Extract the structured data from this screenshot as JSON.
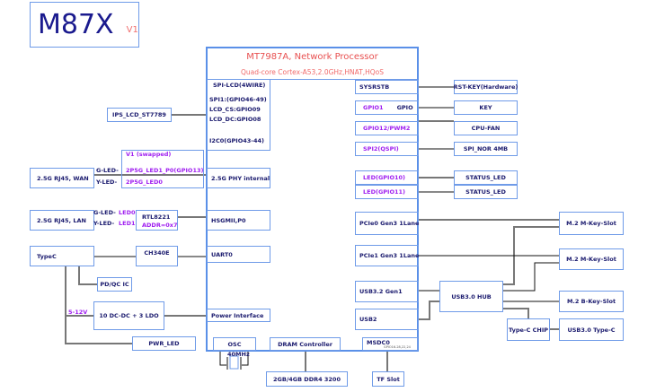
{
  "title": {
    "name": "M87X",
    "version": "V1"
  },
  "soc": {
    "name": "MT7987A, Network Processor",
    "desc": "Quad-core Cortex-A53,2.0GHz,HNAT,HQoS"
  },
  "spi_lcd": {
    "head": "SPI-LCD(4WIRE)",
    "l1": "SPI1:(GPIO46-49)",
    "l2": "LCD_CS:GPIO09",
    "l3": "LCD_DC:GPIO08",
    "l4": "I2C0(GPIO43-44)"
  },
  "left": {
    "ips": "IPS_LCD_ST7789",
    "swap": "V1 (swapped)",
    "wan_led1": "2P5G_LED1_P0(GPIO13)",
    "wan_led0": "2P5G_LED0",
    "g_led": "G-LED-",
    "y_led": "Y-LED-",
    "wan": "2.5G RJ45, WAN",
    "phy": "2.5G PHY internal",
    "lan": "2.5G RJ45, LAN",
    "led0": "LED0",
    "led1": "LED1",
    "rtl": "RTL8221",
    "rtl_addr": "ADDR=0x7",
    "hsgmii": "HSGMII,P0",
    "typec": "TypeC",
    "ch340": "CH340E",
    "uart": "UART0",
    "pdqc": "PD/QC IC",
    "volt": "5-12V",
    "dcdc": "10 DC-DC + 3 LDO",
    "power": "Power Interface",
    "pwr_led": "PWR_LED"
  },
  "bottom": {
    "osc": "OSC",
    "osc_freq": "40MHz",
    "dram": "DRAM Controller",
    "msdc": "MSDC0",
    "msdc_gpio": "GPIO16-28,22,24",
    "ddr": "2GB/4GB DDR4 3200",
    "tf": "TF Slot"
  },
  "right": {
    "sysrst": "SYSRSTB",
    "gpio1": "GPIO1",
    "gpio": "GPIO",
    "gpio12": "GPIO12/PWM2",
    "spi2": "SPI2(QSPI)",
    "led10": "LED(GPIO10)",
    "led11": "LED(GPIO11)",
    "pcie0": "PCIe0 Gen3 1Lane",
    "pcie1": "PCIe1 Gen3 1Lane",
    "usb32": "USB3.2 Gen1",
    "usb2": "USB2",
    "rstkey": "RST-KEY(Hardware)",
    "key": "KEY",
    "fan": "CPU-FAN",
    "nor": "SPI_NOR 4MB",
    "status1": "STATUS_LED",
    "status2": "STATUS_LED",
    "m2m1": "M.2 M-Key-Slot",
    "m2m2": "M.2 M-Key-Slot",
    "m2b": "M.2 B-Key-Slot",
    "hub": "USB3.0 HUB",
    "tcchip": "Type-C CHIP",
    "usb3tc": "USB3.0  Type-C"
  }
}
